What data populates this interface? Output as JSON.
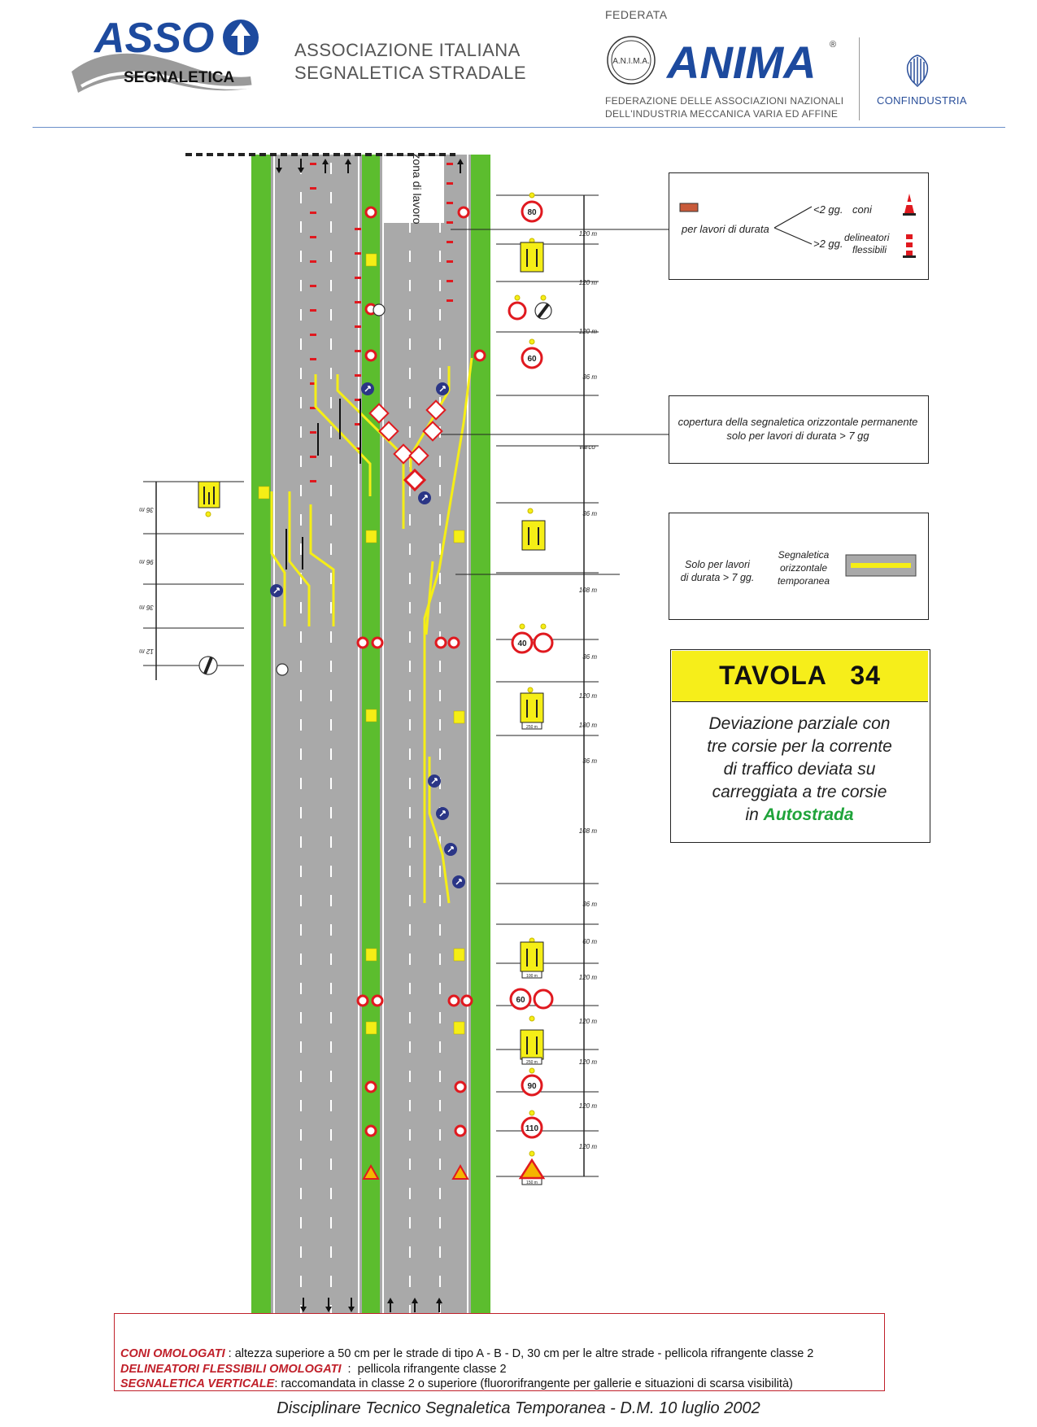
{
  "header": {
    "asso_logo": {
      "word": "ASSO",
      "sub": "SEGNALETICA"
    },
    "association_line1": "ASSOCIAZIONE ITALIANA",
    "association_line2": "SEGNALETICA STRADALE",
    "federata": "FEDERATA",
    "anima_seal": "A.N.I.M.A.",
    "anima_name": "ANIMA",
    "anima_reg": "®",
    "anima_sub1": "FEDERAZIONE DELLE ASSOCIAZIONI NAZIONALI",
    "anima_sub2": "DELL'INDUSTRIA MECCANICA VARIA ED AFFINE",
    "confindustria": "CONFINDUSTRIA"
  },
  "colors": {
    "road": "#a9a9a9",
    "grass": "#5cbd2e",
    "marking": "#ffffff",
    "temp_marking": "#f5ee16",
    "cone": "#e0191f",
    "sign_blue": "#2b3686",
    "tavola_yellow": "#f6ee1a",
    "autostrada_green": "#1fa33a",
    "notes_red": "#c0202a"
  },
  "diagram": {
    "work_zone_label": "zona di lavoro",
    "varco_label": "varco",
    "right_distances": [
      "120 m",
      "120 m",
      "120 m",
      "36 m",
      "36 m",
      "108 m",
      "36 m",
      "120 m",
      "180 m",
      "36 m",
      "108 m",
      "36 m",
      "60 m",
      "120 m",
      "120 m",
      "120 m",
      "120 m",
      "120 m"
    ],
    "left_distances": [
      "36 m",
      "96 m",
      "36 m",
      "12 m"
    ],
    "speed_signs": [
      "80",
      "60",
      "40",
      "60",
      "90",
      "110"
    ],
    "panel_distances": [
      "250 m",
      "100 m",
      "250 m",
      "150 m"
    ],
    "icons": [
      "arrow-down-icon",
      "arrow-up-icon",
      "speed-limit-icon",
      "lane-arrows-icon",
      "no-overtaking-icon",
      "end-restriction-icon",
      "keep-left-icon",
      "keep-right-icon",
      "chevron-icon",
      "cone-icon",
      "delineator-icon",
      "warning-roadwork-icon"
    ]
  },
  "legend": {
    "lavori_label": "per lavori di durata",
    "short_label": "<2 gg.",
    "short_item": "coni",
    "long_label": ">2 gg.",
    "long_item1": "delineatori",
    "long_item2": "flessibili"
  },
  "cover_note": {
    "line1": "copertura della segnaletica orizzontale permanente",
    "line2": "solo per lavori di durata > 7 gg"
  },
  "temp_marking": {
    "left1": "Solo per lavori",
    "left2": "di durata > 7 gg.",
    "mid1": "Segnaletica",
    "mid2": "orizzontale",
    "mid3": "temporanea"
  },
  "tavola": {
    "title": "TAVOLA   34",
    "line1": "Deviazione parziale con",
    "line2": "tre corsie per la corrente",
    "line3": "di traffico deviata su",
    "line4": "carreggiata a tre corsie",
    "line5_prefix": "in ",
    "line5_highlight": "Autostrada"
  },
  "notes": [
    {
      "label": "CONI OMOLOGATI",
      "text": " : altezza superiore a 50 cm per le strade di tipo A - B - D, 30 cm per le altre strade - pellicola rifrangente classe 2"
    },
    {
      "label": "DELINEATORI FLESSIBILI OMOLOGATI",
      "text": "  :  pellicola rifrangente classe 2"
    },
    {
      "label": "SEGNALETICA VERTICALE",
      "text": ": raccomandata in classe 2 o superiore (fluororifrangente per gallerie e situazioni di scarsa visibilità)"
    }
  ],
  "footer": "Disciplinare Tecnico Segnaletica Temporanea - D.M.  10 luglio 2002"
}
